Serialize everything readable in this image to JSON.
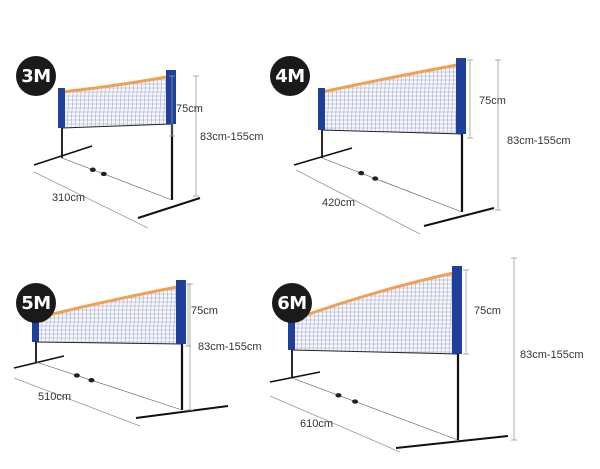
{
  "colors": {
    "net_top_band": "#f0a050",
    "net_side_panel": "#1f3f9a",
    "net_mesh": "#5a6aa8",
    "frame": "#111111",
    "dimension_line": "#9a9a9a",
    "badge_bg": "#1a1a1a",
    "badge_text": "#ffffff"
  },
  "nets": [
    {
      "size_label": "3M",
      "length_label": "310cm",
      "net_height_label": "75cm",
      "total_height_label": "83cm-155cm"
    },
    {
      "size_label": "4M",
      "length_label": "420cm",
      "net_height_label": "75cm",
      "total_height_label": "83cm-155cm"
    },
    {
      "size_label": "5M",
      "length_label": "510cm",
      "net_height_label": "75cm",
      "total_height_label": "83cm-155cm"
    },
    {
      "size_label": "6M",
      "length_label": "610cm",
      "net_height_label": "75cm",
      "total_height_label": "83cm-155cm"
    }
  ]
}
